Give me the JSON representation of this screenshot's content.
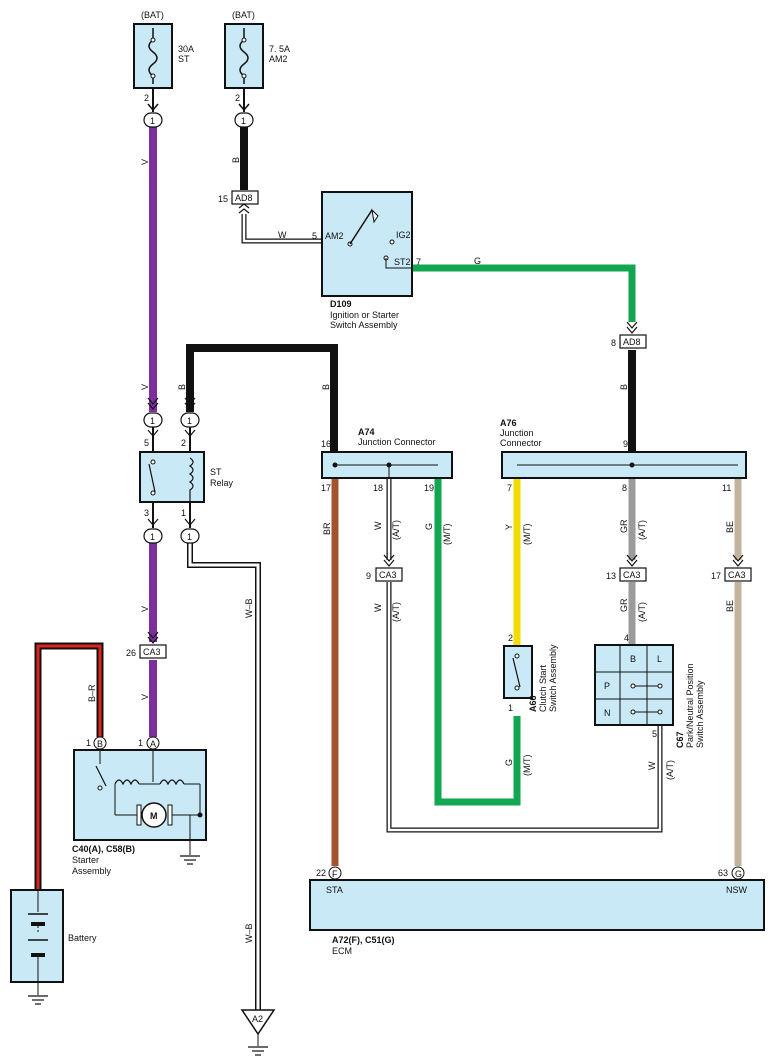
{
  "colors": {
    "box_fill": "#c9e9f7",
    "violet": "#7b2f9e",
    "black": "#111111",
    "green": "#12a650",
    "brown": "#a5532e",
    "yellow": "#f2dc00",
    "gray": "#9b9b9b",
    "beige": "#c2b39e",
    "red": "#e0221f"
  },
  "fuses": [
    {
      "supply": "(BAT)",
      "rating": "30A",
      "name": "ST",
      "pin": "2",
      "conn_pin": "1"
    },
    {
      "supply": "(BAT)",
      "rating": "7. 5A",
      "name": "AM2",
      "pin": "2",
      "conn_pin": "1"
    }
  ],
  "ignition_switch": {
    "code": "D109",
    "name_line1": "Ignition or Starter",
    "name_line2": "Switch Assembly",
    "terminals": {
      "am2": "AM2",
      "ig2": "IG2",
      "st2": "ST2"
    },
    "pins": {
      "am2": "5",
      "st2": "7"
    }
  },
  "connectors": {
    "ad8_top": {
      "code": "AD8",
      "pin": "15"
    },
    "ad8_right": {
      "code": "AD8",
      "pin": "8"
    },
    "ca3_left": {
      "code": "CA3",
      "pin": "26"
    },
    "ca3_mid": {
      "code": "CA3",
      "pin": "9"
    },
    "ca3_gr": {
      "code": "CA3",
      "pin": "13"
    },
    "ca3_be": {
      "code": "CA3",
      "pin": "17"
    },
    "a2": {
      "code": "A2"
    }
  },
  "relay": {
    "name": "ST",
    "sub": "Relay",
    "pins": {
      "p5": "5",
      "p2": "2",
      "p3": "3",
      "p1": "1"
    },
    "conn_pins": {
      "top_left": "1",
      "top_right": "1",
      "bottom_left": "1",
      "bottom_right": "1"
    }
  },
  "junction_a74": {
    "code": "A74",
    "name": "Junction Connector",
    "pins": {
      "p16": "16",
      "p17": "17",
      "p18": "18",
      "p19": "19"
    }
  },
  "junction_a76": {
    "code": "A76",
    "name_line1": "Junction",
    "name_line2": "Connector",
    "pins": {
      "p9": "9",
      "p7": "7",
      "p8": "8",
      "p11": "11"
    }
  },
  "clutch_switch": {
    "code": "A66",
    "name_line1": "Clutch Start",
    "name_line2": "Switch Assembly",
    "pins": {
      "top": "2",
      "bottom": "1"
    }
  },
  "park_switch": {
    "code": "C67",
    "name_line1": "Park/Neutral Position",
    "name_line2": "Switch Assembly",
    "pins": {
      "top": "4",
      "bottom": "5"
    },
    "grid": {
      "b": "B",
      "l": "L",
      "p": "P",
      "n": "N"
    }
  },
  "starter": {
    "code_line1": "C40(A), C58(B)",
    "name_line1": "Starter",
    "name_line2": "Assembly",
    "terminal_b": "B",
    "terminal_a": "A",
    "pin_b": "1",
    "pin_a": "1",
    "motor": "M"
  },
  "battery": {
    "name": "Battery"
  },
  "ecm": {
    "code": "A72(F), C51(G)",
    "name": "ECM",
    "term_sta": "STA",
    "term_nsw": "NSW",
    "pin_sta": "22",
    "pin_nsw": "63",
    "conn_f": "F",
    "conn_g": "G"
  },
  "wire_labels": {
    "v1": "V",
    "v2": "V",
    "v3": "V",
    "v4": "V",
    "b1": "B",
    "b2": "B",
    "b3": "B",
    "b4": "B",
    "w_ign": "W",
    "g_ign": "G",
    "br": "BR",
    "w1": "W",
    "w2": "W",
    "w3": "W",
    "g1": "G",
    "g2": "G",
    "y": "Y",
    "gr1": "GR",
    "gr2": "GR",
    "be1": "BE",
    "be2": "BE",
    "wb1": "W–B",
    "wb2": "W–B",
    "br_batt": "B–R",
    "at1": "(A/T)",
    "at2": "(A/T)",
    "at3": "(A/T)",
    "at4": "(A/T)",
    "at5": "(A/T)",
    "mt1": "(M/T)",
    "mt2": "(M/T)",
    "mt3": "(M/T)"
  }
}
